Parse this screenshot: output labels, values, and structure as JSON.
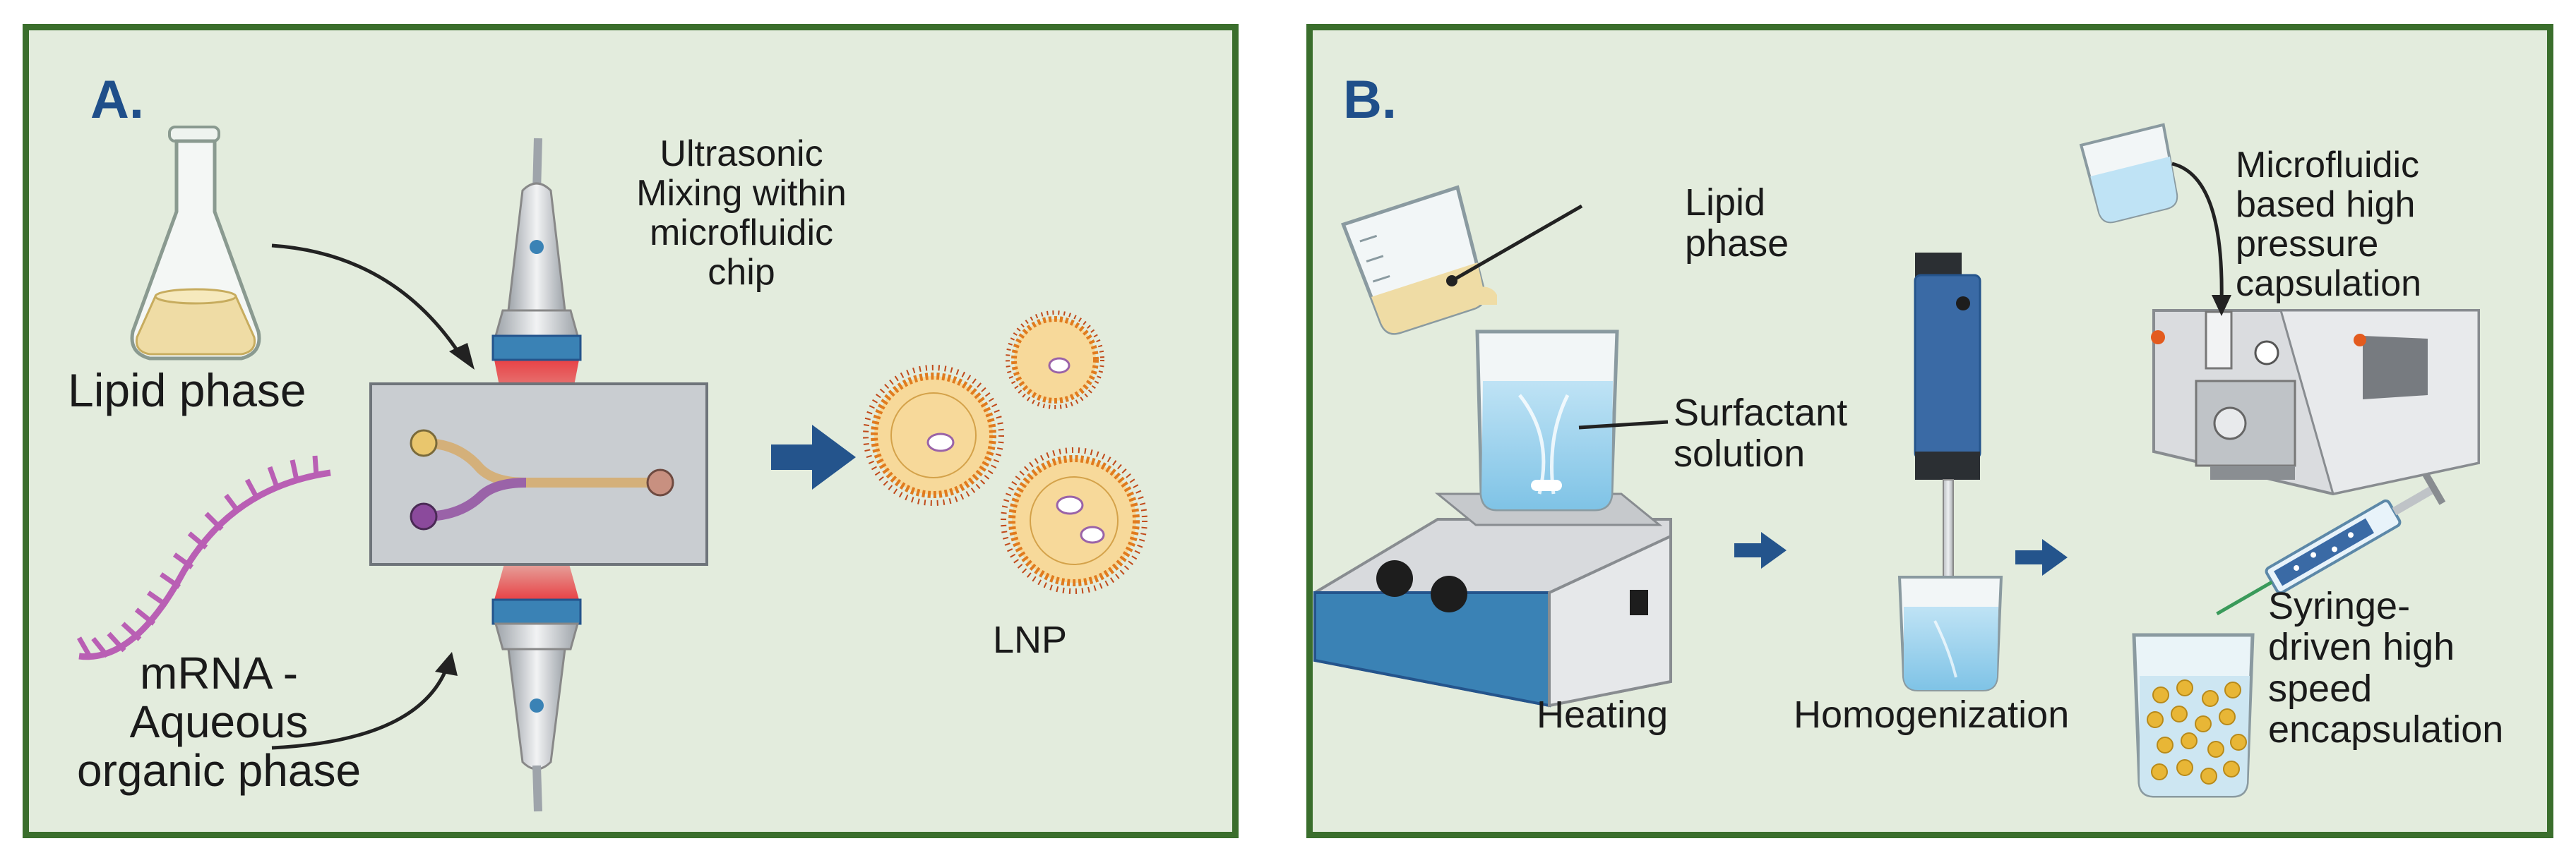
{
  "panels": [
    {
      "letter": "A.",
      "labels": {
        "lipid_phase": "Lipid phase",
        "mrna_line1": "mRNA -",
        "mrna_line2": "Aqueous",
        "mrna_line3": "organic phase",
        "ultra_line1": "Ultrasonic",
        "ultra_line2": "Mixing within",
        "ultra_line3": "microfluidic",
        "ultra_line4": "chip",
        "lnp": "LNP"
      }
    },
    {
      "letter": "B.",
      "labels": {
        "lipid_line1": "Lipid",
        "lipid_line2": "phase",
        "surf_line1": "Surfactant",
        "surf_line2": "solution",
        "heating": "Heating",
        "homogenization": "Homogenization",
        "micro_line1": "Microfluidic",
        "micro_line2": "based high",
        "micro_line3": "pressure",
        "micro_line4": "capsulation",
        "syr_line1": "Syringe-",
        "syr_line2": "driven high",
        "syr_line3": "speed",
        "syr_line4": "encapsulation"
      }
    }
  ],
  "colors": {
    "panel_bg": "#e3ecdd",
    "panel_border": "#3a6e2c",
    "letter": "#1f4f8a",
    "arrow_blue": "#24548c",
    "mrna": "#b95fb4",
    "ultrasound": "#e8393e"
  }
}
